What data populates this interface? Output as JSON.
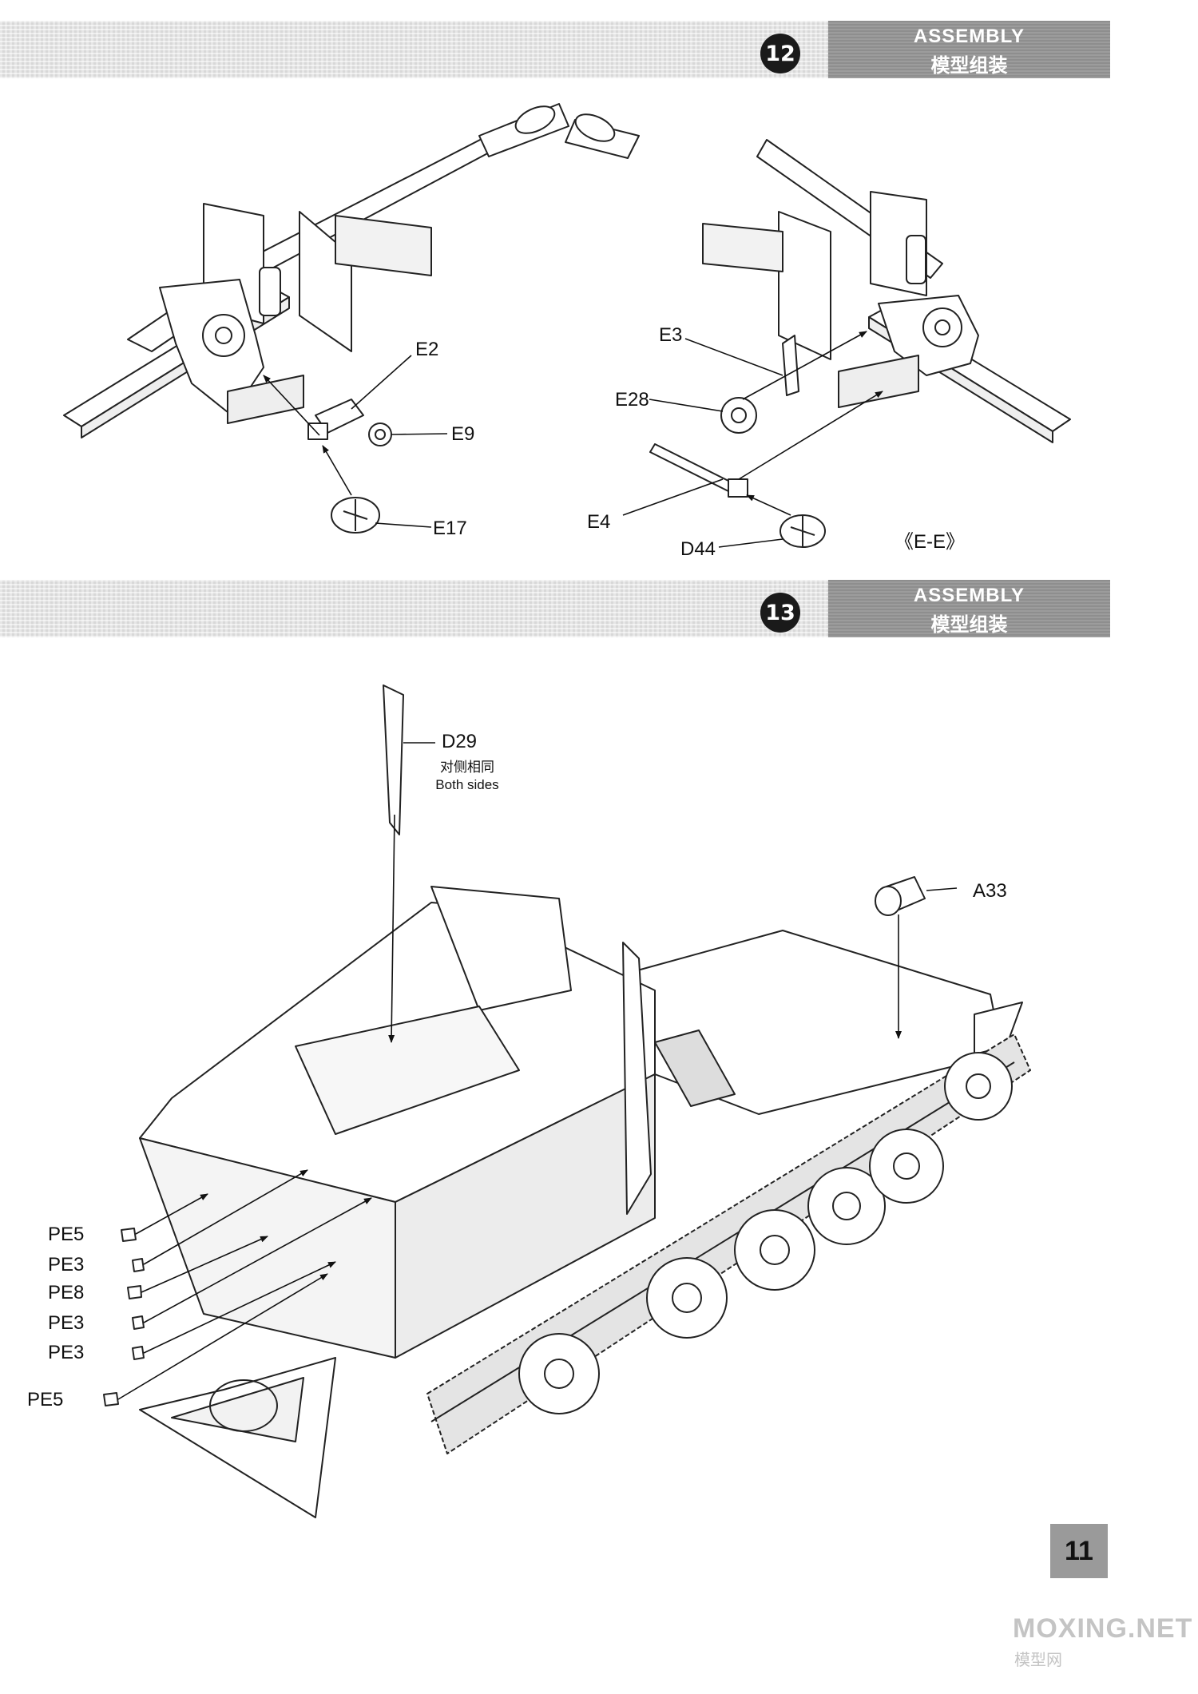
{
  "steps": [
    {
      "number": "12",
      "title_en": "ASSEMBLY",
      "title_cn": "模型组装"
    },
    {
      "number": "13",
      "title_en": "ASSEMBLY",
      "title_cn": "模型组装"
    }
  ],
  "step12": {
    "labels": {
      "e2": "E2",
      "e9": "E9",
      "e17": "E17",
      "e3": "E3",
      "e28": "E28",
      "e4": "E4",
      "d44": "D44"
    },
    "variant": "《E-E》"
  },
  "step13": {
    "labels": {
      "d29": "D29",
      "a33": "A33",
      "pe5a": "PE5",
      "pe3a": "PE3",
      "pe8": "PE8",
      "pe3b": "PE3",
      "pe3c": "PE3",
      "pe5b": "PE5"
    },
    "note_cn": "对侧相同",
    "note_en": "Both sides"
  },
  "page_number": "11",
  "watermark": {
    "text": "MOXING.NET",
    "sub": "模型网"
  },
  "colors": {
    "band": "#d8d8d8",
    "title_box": "#8e8e8e",
    "step_circle": "#1a1a1a",
    "page_box": "#9a9a9a"
  }
}
